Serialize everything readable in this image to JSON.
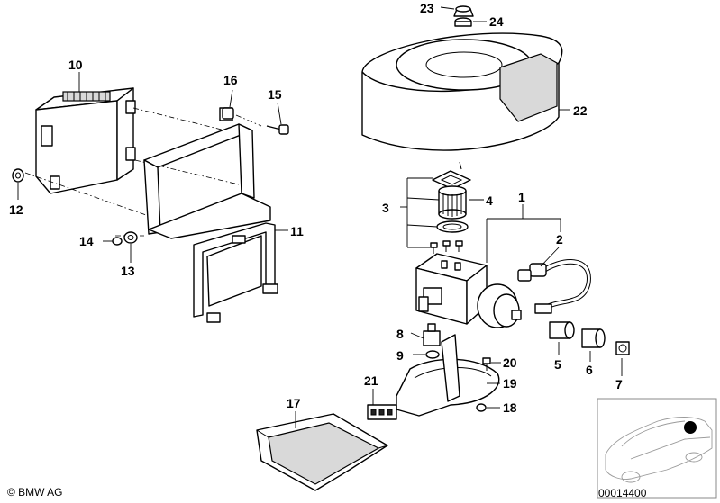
{
  "callouts": {
    "c1": "1",
    "c2": "2",
    "c3": "3",
    "c4": "4",
    "c5": "5",
    "c6": "6",
    "c7": "7",
    "c8": "8",
    "c9": "9",
    "c10": "10",
    "c11": "11",
    "c12": "12",
    "c13": "13",
    "c14": "14",
    "c15": "15",
    "c16": "16",
    "c17": "17",
    "c18": "18",
    "c19": "19",
    "c20": "20",
    "c21": "21",
    "c22": "22",
    "c23": "23",
    "c24": "24"
  },
  "copyright": "© BMW AG",
  "image_number": "00014400",
  "inset": {
    "highlight_color": "#000000",
    "car_color": "#9a9a9a"
  }
}
